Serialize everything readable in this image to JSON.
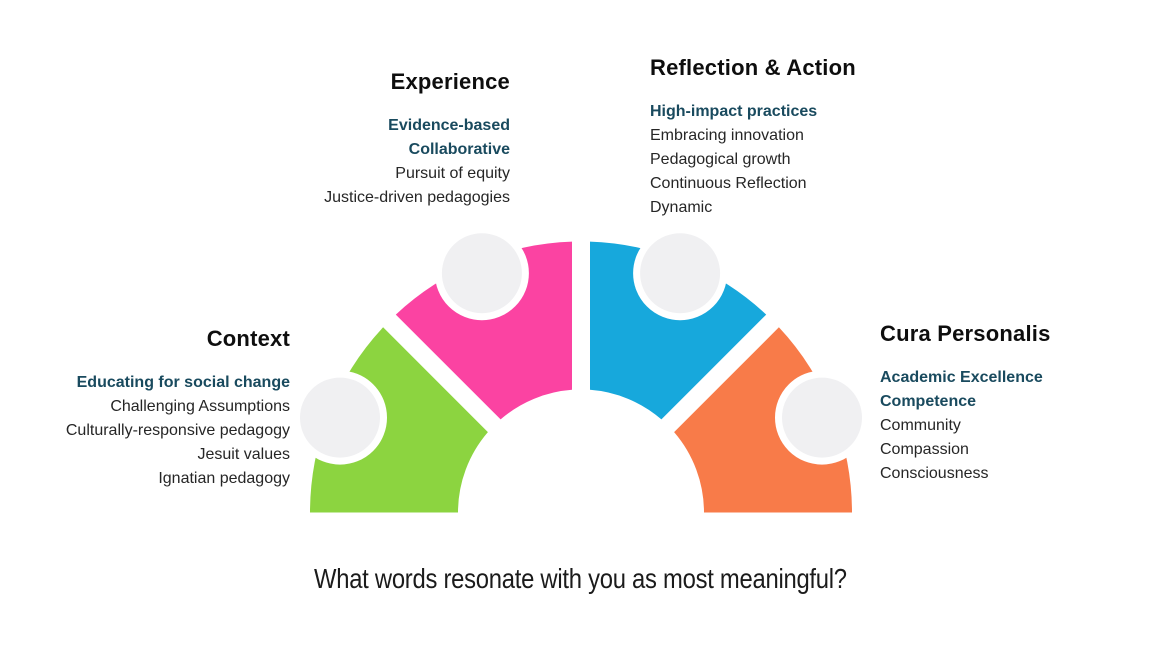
{
  "caption": "What words resonate with you as most meaningful?",
  "colors": {
    "background": "#ffffff",
    "heading_text": "#0e0e0e",
    "body_text": "#262626",
    "highlight_text": "#194a5e",
    "circle_fill": "#f0f0f2",
    "circle_ring": "#ffffff"
  },
  "groups": [
    {
      "id": "context",
      "title": "Context",
      "segment_color": "#8cd440",
      "highlighted": [
        "Educating for social change"
      ],
      "items": [
        "Challenging Assumptions",
        "Culturally-responsive pedagogy",
        "Jesuit values",
        "Ignatian pedagogy"
      ]
    },
    {
      "id": "experience",
      "title": "Experience",
      "segment_color": "#fb43a2",
      "highlighted": [
        "Evidence-based",
        "Collaborative"
      ],
      "items": [
        "Pursuit of equity",
        "Justice-driven pedagogies"
      ]
    },
    {
      "id": "reflection-action",
      "title": "Reflection & Action",
      "segment_color": "#17a8dc",
      "highlighted": [
        "High-impact practices"
      ],
      "items": [
        "Embracing innovation",
        "Pedagogical growth",
        "Continuous Reflection",
        "Dynamic"
      ]
    },
    {
      "id": "cura-personalis",
      "title": "Cura Personalis",
      "segment_color": "#f87b49",
      "highlighted": [
        "Academic Excellence",
        "Competence"
      ],
      "items": [
        "Community",
        "Compassion",
        "Consciousness"
      ]
    }
  ]
}
